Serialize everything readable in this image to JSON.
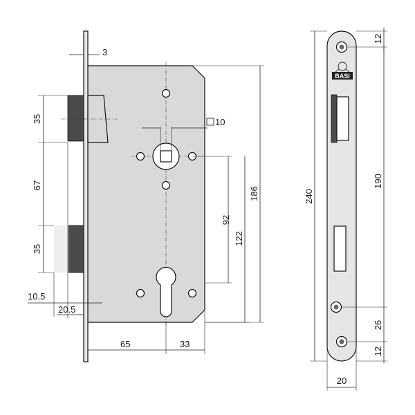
{
  "front_view": {
    "dims": {
      "faceplate_thickness": "3",
      "latch_height": "35",
      "latch_to_bolt": "67",
      "bolt_height": "35",
      "bolt_throw": "10.5",
      "latch_throw": "20.5",
      "backset": "65",
      "cylinder_offset": "33",
      "spindle_square": "10",
      "distance_92": "92",
      "distance_122": "122",
      "case_height": "186"
    }
  },
  "side_view": {
    "brand": "BASI",
    "dims": {
      "top_hole": "12",
      "screw_spacing": "190",
      "overall_length": "240",
      "lower_hole": "26",
      "bottom_hole": "12",
      "plate_width": "20"
    }
  }
}
